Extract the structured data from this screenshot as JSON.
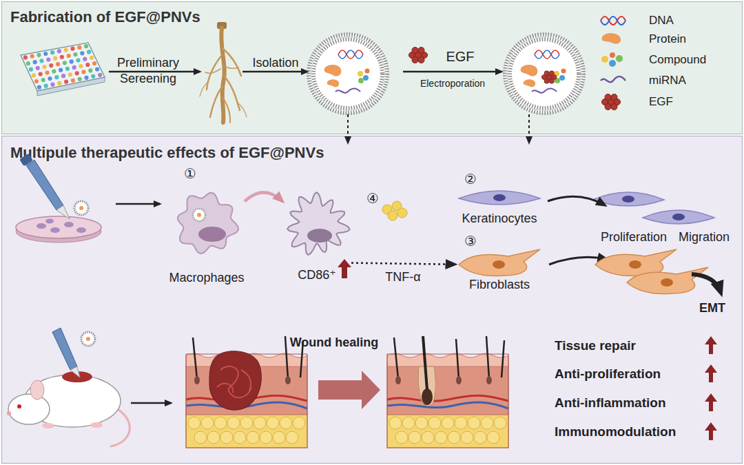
{
  "diagram": {
    "nodes": [
      {
        "text": [
          "Fabrication of EGF@PNVs"
        ]
      },
      {
        "text": [
          "Multipule therapeutic effects of EGF@PNVs"
        ]
      },
      {
        "text": [
          "Macrophages"
        ],
        "in": 1
      },
      {
        "text": [
          "CD86⁺"
        ],
        "in": 1
      },
      {
        "text": [
          "Keratinocytes"
        ],
        "in": 1
      },
      {
        "text": [
          "Fibroblasts"
        ],
        "in": 1
      }
    ],
    "edges": [
      {
        "from": 2,
        "to": 3,
        "arrow": "to"
      },
      {
        "from": 3,
        "to": 5,
        "label": "TNF-α",
        "arrow": "to"
      }
    ],
    "labels": [
      "Preliminary Sereening",
      "Isolation",
      "EGF",
      "Electroporation",
      "①",
      "②",
      "③",
      "④",
      "Proliferation",
      "Migration",
      "EMT",
      "Wound healing",
      "Tissue repair",
      "Anti-proliferation",
      "Anti-inflammation",
      "Immunomodulation"
    ],
    "legend": [
      {
        "text": "DNA"
      },
      {
        "text": "Protein"
      },
      {
        "text": "Compound"
      },
      {
        "text": "miRNA"
      },
      {
        "text": "EGF"
      }
    ]
  }
}
